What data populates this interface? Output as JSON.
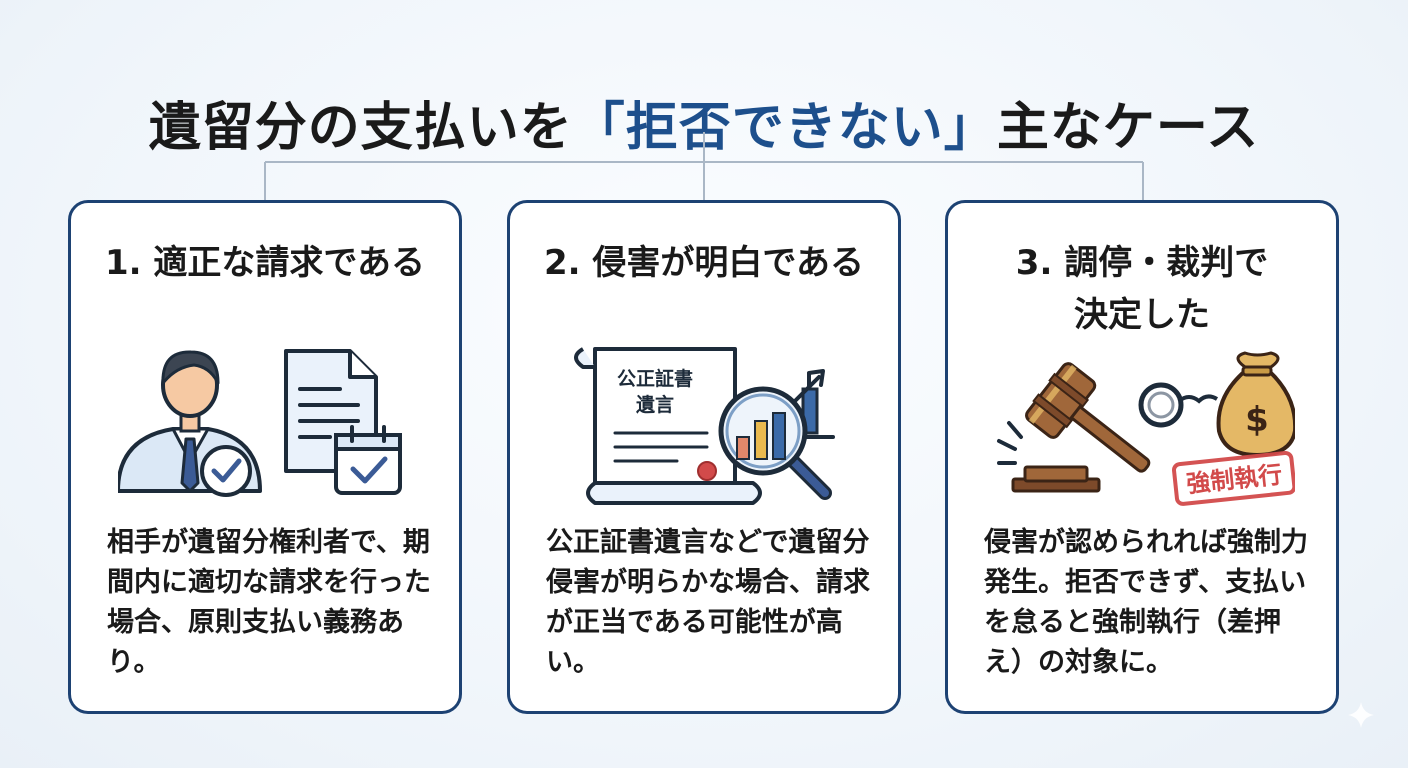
{
  "title": {
    "prefix": "遺留分の支払いを",
    "highlight": "「拒否できない」",
    "suffix": "主なケース"
  },
  "cards": [
    {
      "title": "1. 適正な請求である",
      "description": "相手が遺留分権利者で、期間内に適切な請求を行った場合、原則支払い義務あり。"
    },
    {
      "title": "2. 侵害が明白である",
      "description": "公正証書遺言などで遺留分侵害が明らかな場合、請求が正当である可能性が高い。",
      "document_label_line1": "公正証書",
      "document_label_line2": "遺言"
    },
    {
      "title": "3. 調停・裁判で\n決定した",
      "description": "侵害が認められれば強制力発生。拒否できず、支払いを怠ると強制執行（差押え）の対象に。",
      "stamp_text": "強制執行",
      "money_symbol": "$"
    }
  ],
  "colors": {
    "accent": "#1d4f8c",
    "card_border": "#1d4273",
    "connector": "#aab7c6",
    "stamp": "#d24a4a",
    "gavel": "#a0673a",
    "money_bag": "#e4b866"
  }
}
